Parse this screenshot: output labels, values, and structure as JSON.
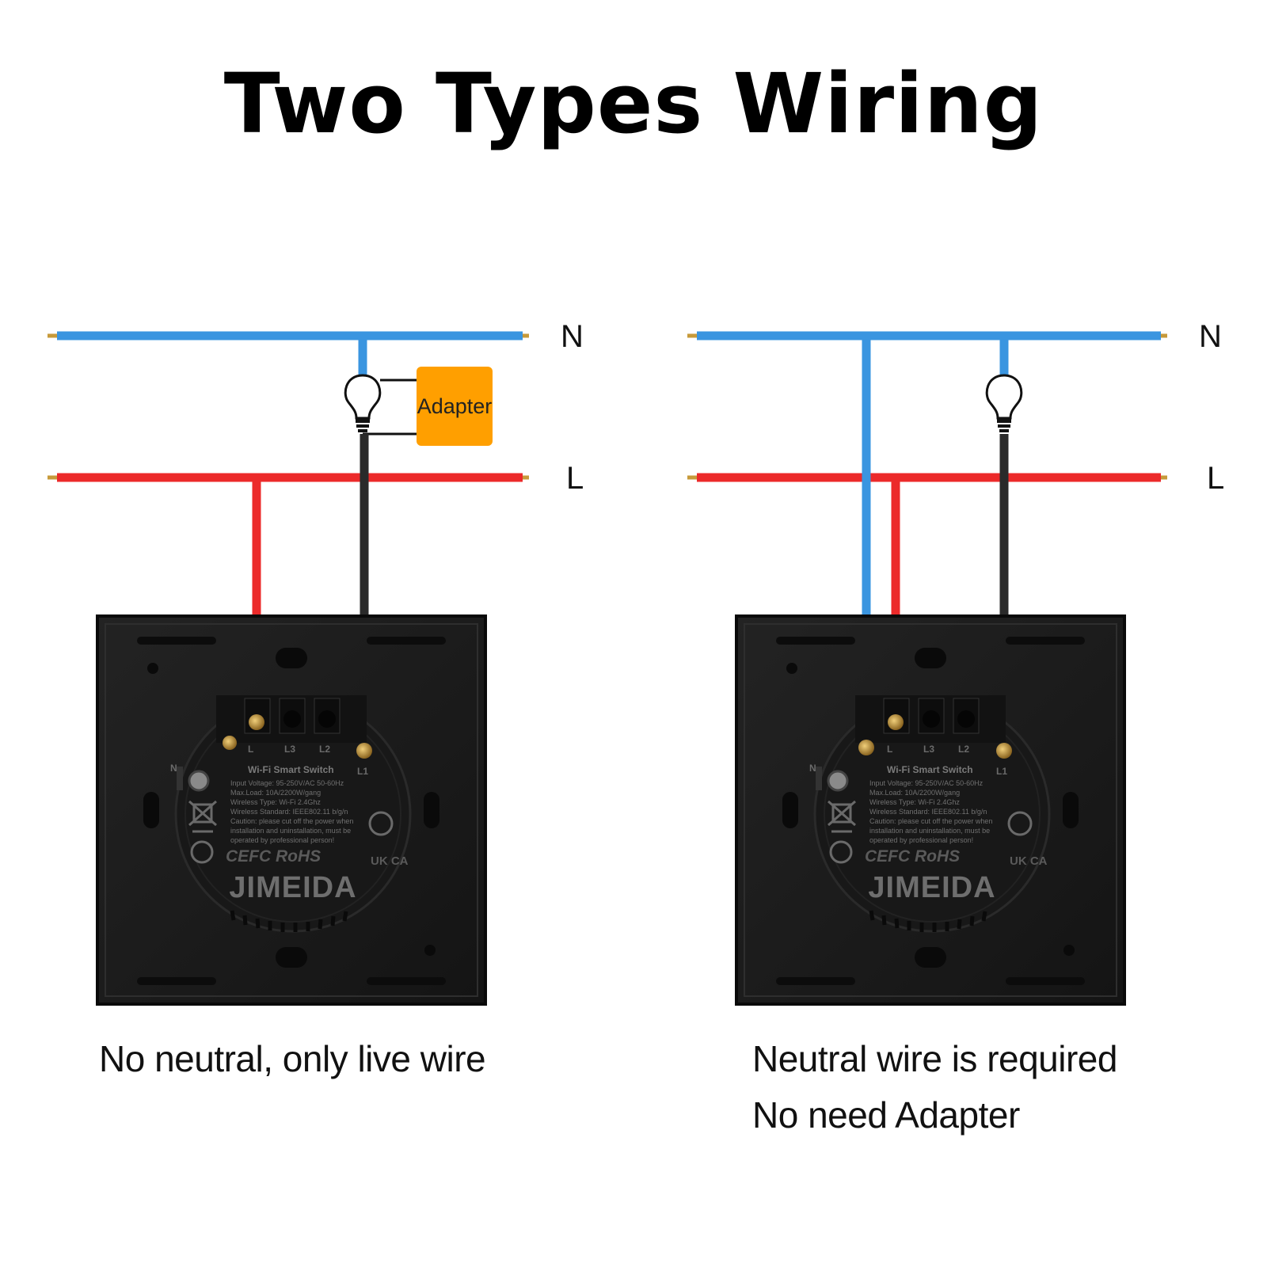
{
  "title": "Two Types Wiring",
  "labels": {
    "neutral": "N",
    "live": "L"
  },
  "adapter_label": "Adapter",
  "switch": {
    "terminals": {
      "n": "N",
      "l": "L",
      "l3": "L3",
      "l2": "L2",
      "l1": "L1"
    },
    "model": "Wi-Fi Smart Switch",
    "specs": [
      "Input Voltage: 95-250V/AC 50-60Hz",
      "Max.Load: 10A/2200W/gang",
      "Wireless Type: Wi-Fi 2.4Ghz",
      "Wireless Standard: IEEE802.11 b/g/n",
      "Caution: please cut off the power when",
      "installation and uninstallation, must be",
      "operated by professional person!"
    ],
    "certifications": "CEFC RoHS",
    "ukca": "UK CA",
    "brand": "JIMEIDA"
  },
  "captions": {
    "left": "No neutral, only live wire",
    "right_line1": "Neutral wire is required",
    "right_line2": "No need Adapter"
  },
  "colors": {
    "neutral": "#3a95e0",
    "live": "#ec2a2a",
    "switched": "#2a2a2a",
    "adapter": "#ff9f00",
    "panel": "#1b1b1b",
    "terminal": "#c79a3a"
  }
}
